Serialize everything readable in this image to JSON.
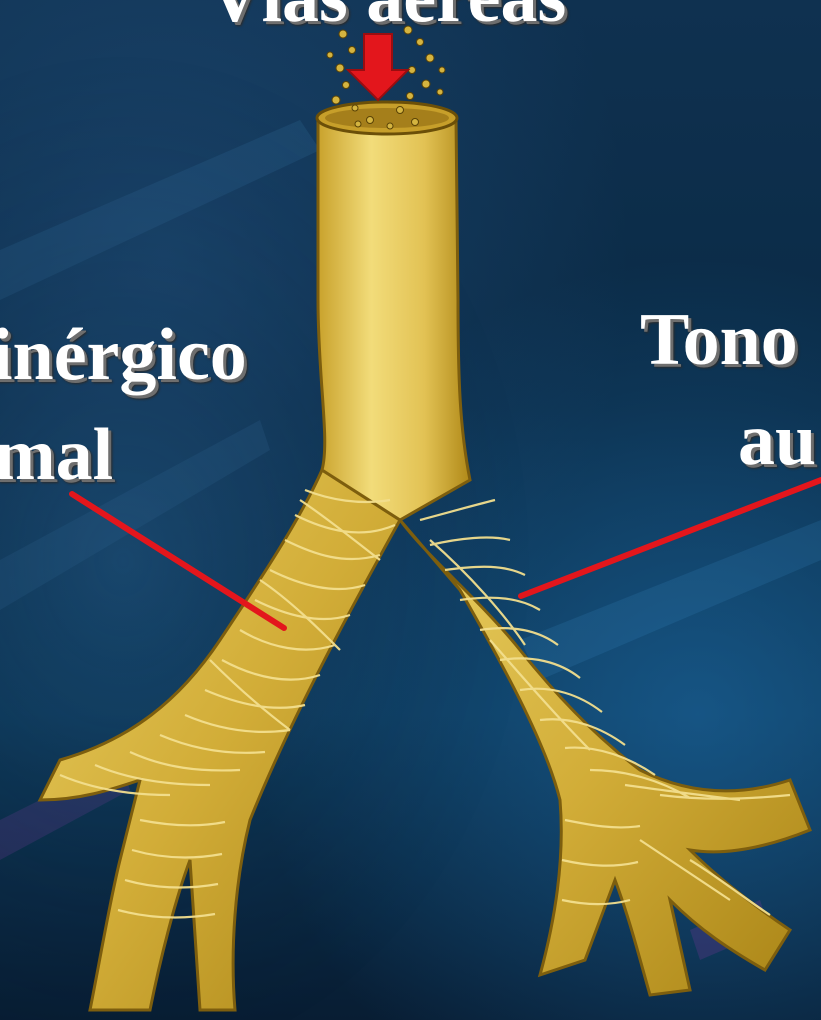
{
  "labels": {
    "top": "Vías aéreas",
    "left_line1": "inérgico",
    "left_line2": "mal",
    "right_line1": "Tono",
    "right_line2": "au"
  },
  "colors": {
    "airway_fill": "#d9b845",
    "airway_stroke": "#8a6a10",
    "muscle_band": "#f1dc8a",
    "pointer": "#e3161c",
    "arrow": "#e3161c",
    "particles": "#d4b440"
  }
}
